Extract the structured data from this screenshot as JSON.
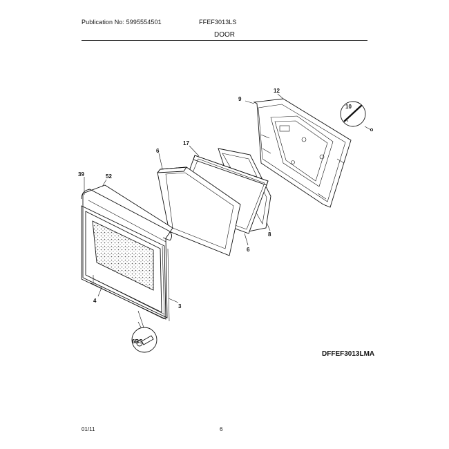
{
  "header": {
    "publication": "Publication No: 5995554501",
    "model": "FFEF3013LS",
    "section": "DOOR"
  },
  "diagram_code": "DFFEF3013LMA",
  "footer": {
    "date": "01/11",
    "page": "6"
  },
  "callouts": {
    "p9": "9",
    "p12": "12",
    "p10": "10",
    "p17": "17",
    "p6a": "6",
    "p39": "39",
    "p52": "52",
    "p6b": "6",
    "p8": "8",
    "p4": "4",
    "p3": "3",
    "p6bs": "6BS"
  }
}
